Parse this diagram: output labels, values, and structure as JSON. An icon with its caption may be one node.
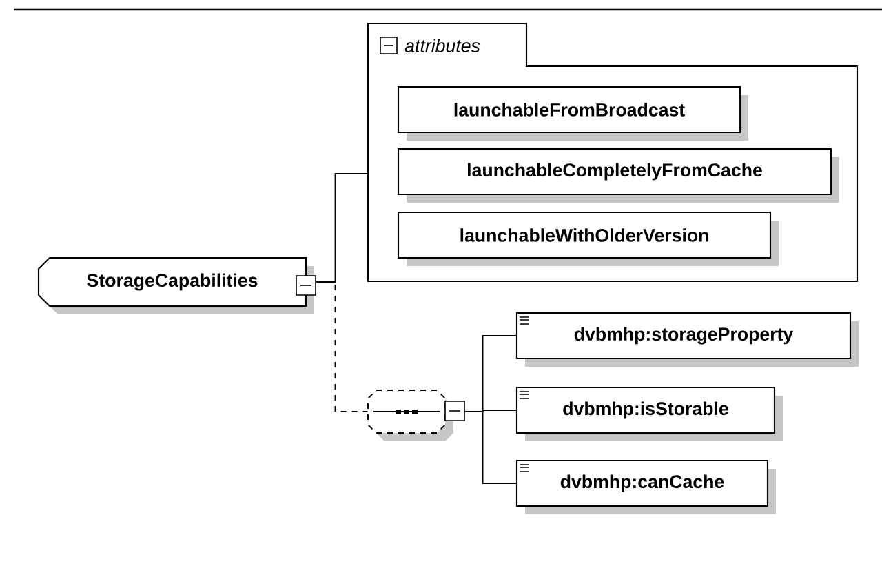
{
  "diagram": {
    "nodes": [
      {
        "text": [
          "StorageCapabilities"
        ]
      },
      {
        "text": [
          "attributes"
        ]
      },
      {
        "text": [
          "launchableFromBroadcast"
        ],
        "in": 1
      },
      {
        "text": [
          "launchableCompletelyFromCache"
        ],
        "in": 1
      },
      {
        "text": [
          "launchableWithOlderVersion"
        ],
        "in": 1
      },
      {
        "text": [],
        "shape": "octagon"
      },
      {
        "text": [
          "dvbmhp:storageProperty"
        ]
      },
      {
        "text": [
          "dvbmhp:isStorable"
        ]
      },
      {
        "text": [
          "dvbmhp:canCache"
        ]
      }
    ],
    "edges": [
      {
        "from": 0,
        "to": 1,
        "arrow": "none"
      },
      {
        "from": 0,
        "to": 5,
        "arrow": "none",
        "style": "dashed"
      },
      {
        "from": 5,
        "to": 6,
        "arrow": "none"
      },
      {
        "from": 5,
        "to": 7,
        "arrow": "none"
      },
      {
        "from": 5,
        "to": 8,
        "arrow": "none"
      }
    ]
  }
}
